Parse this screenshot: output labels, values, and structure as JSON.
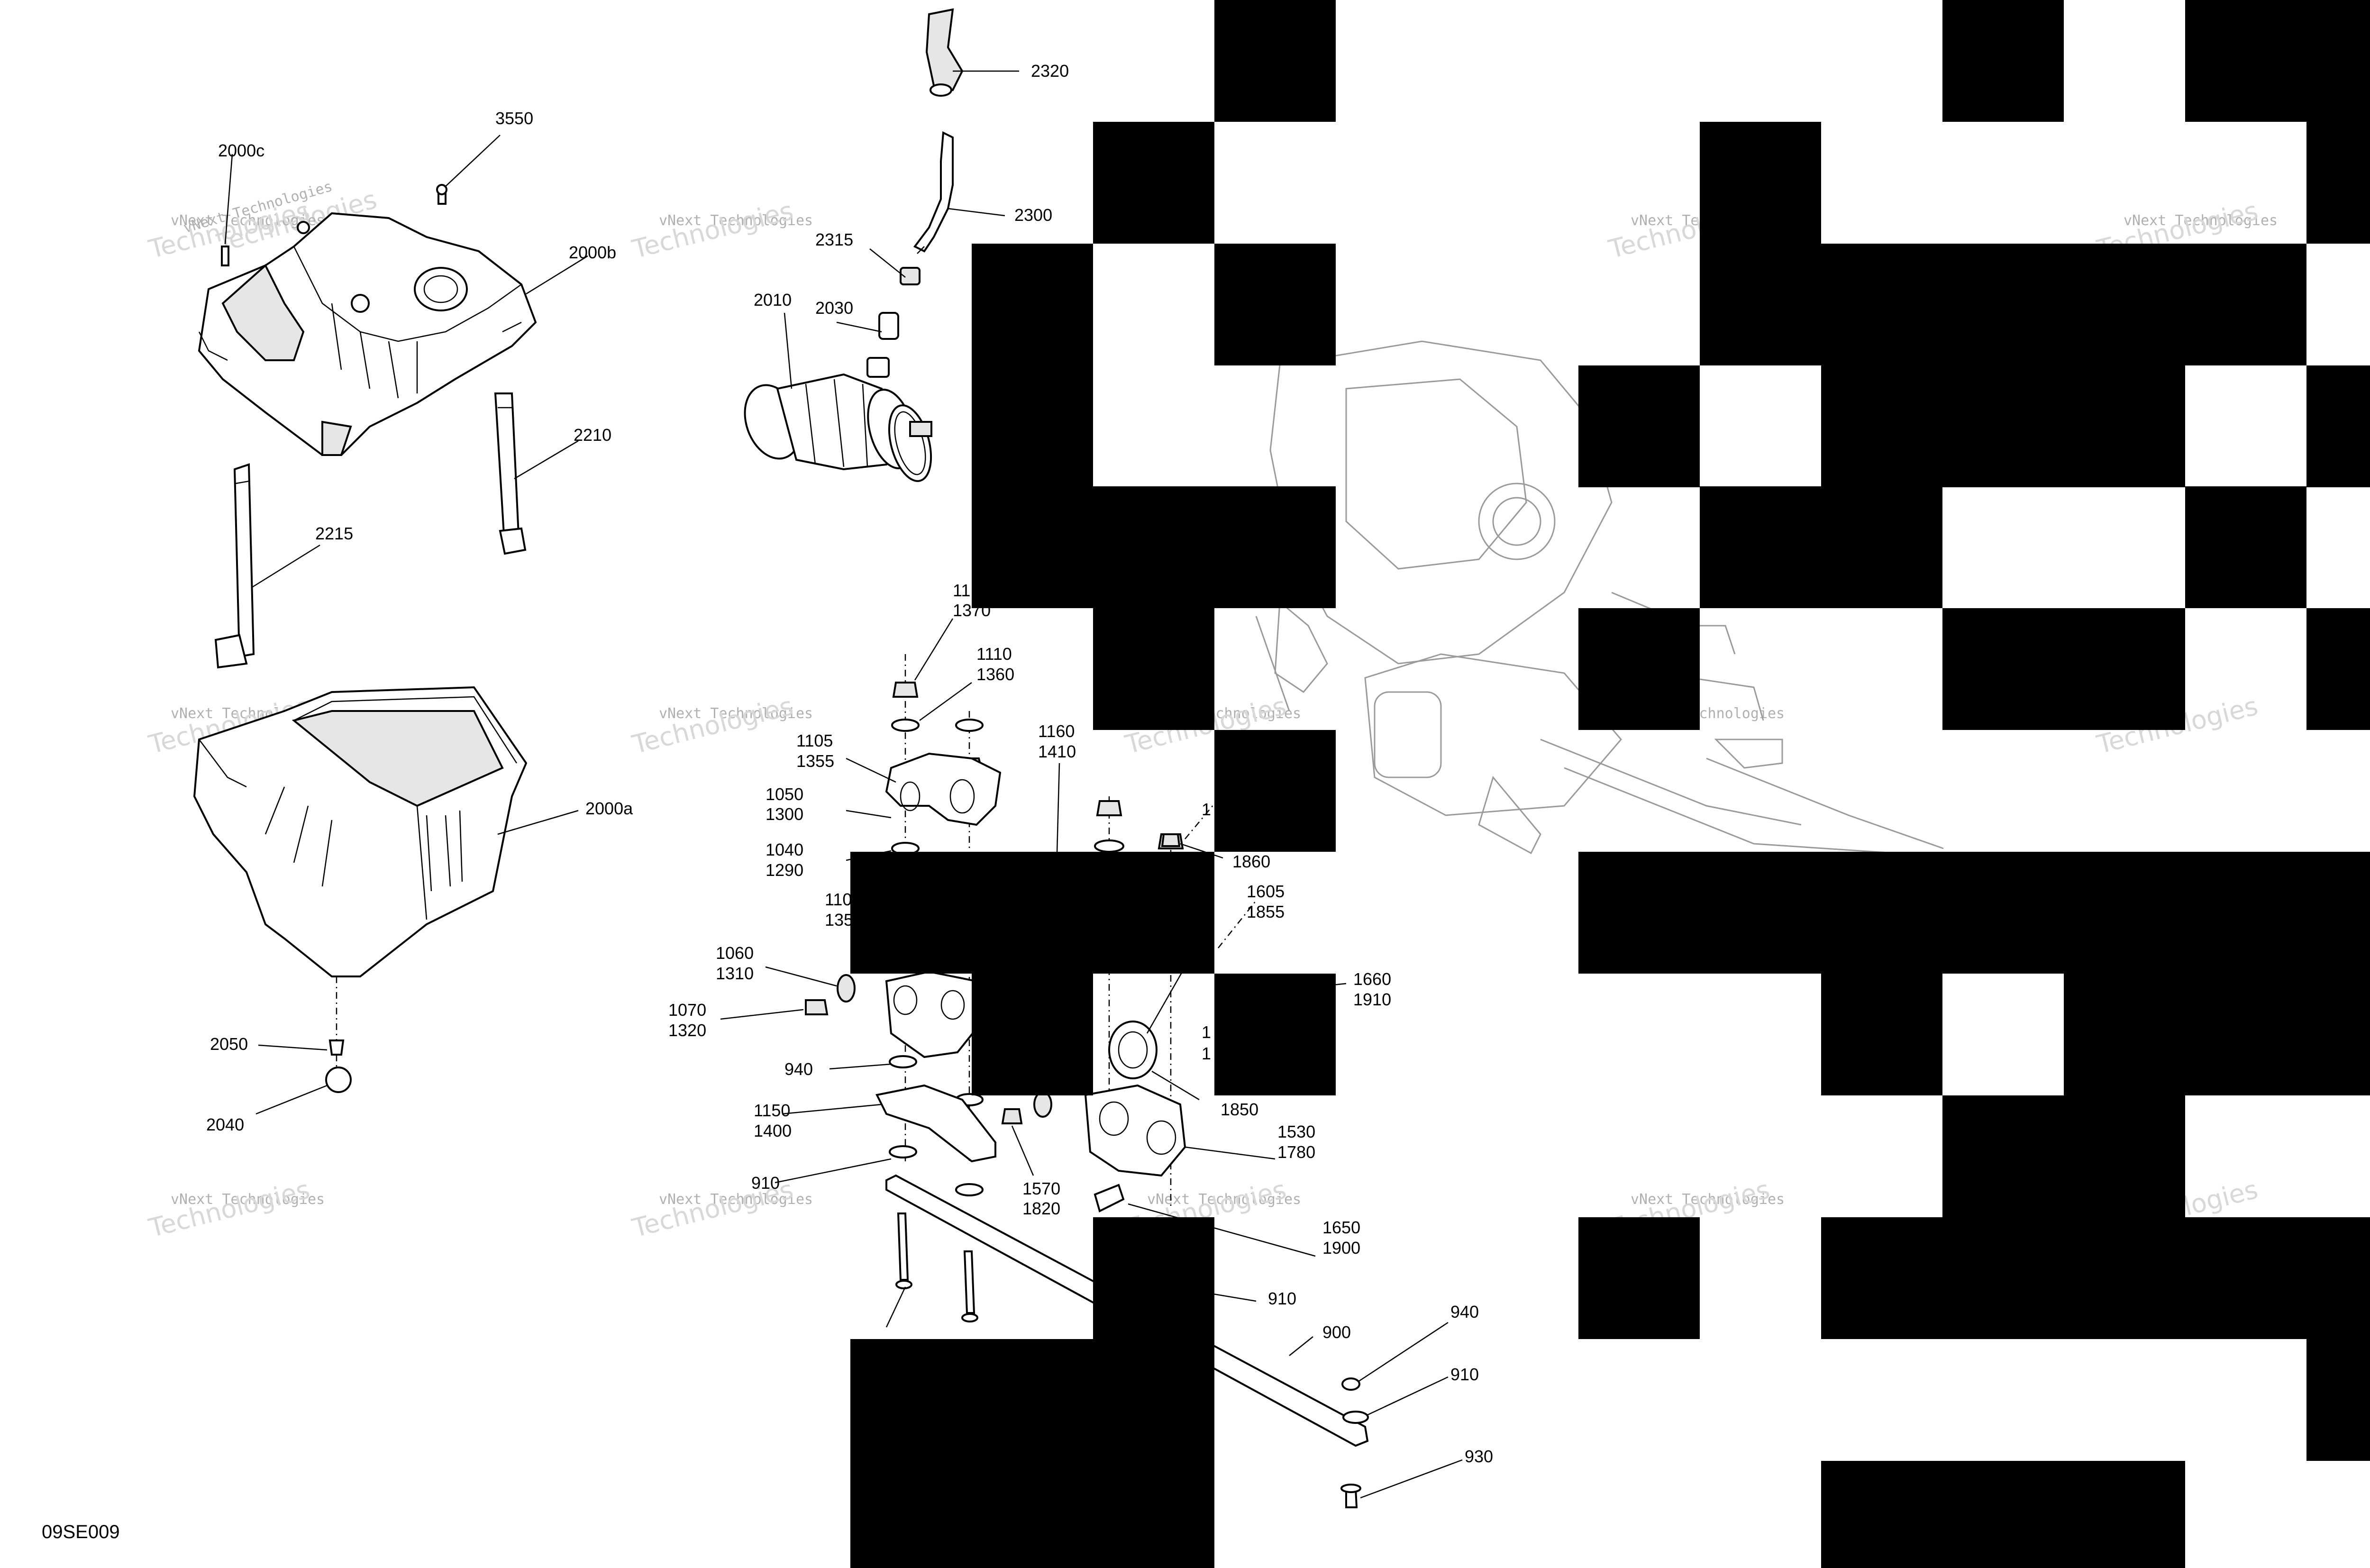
{
  "figure_code": "09SE009",
  "watermark": {
    "line1": "vNext Technologies",
    "line2": "Technologies"
  },
  "callouts": [
    {
      "id": "3550"
    },
    {
      "id": "2000c"
    },
    {
      "id": "2000b"
    },
    {
      "id": "2210"
    },
    {
      "id": "2215"
    },
    {
      "id": "2000a"
    },
    {
      "id": "2050"
    },
    {
      "id": "2040"
    },
    {
      "id": "2320"
    },
    {
      "id": "2300"
    },
    {
      "id": "2315"
    },
    {
      "id": "2010"
    },
    {
      "id": "2030"
    },
    {
      "id": "11",
      "sub": "1370"
    },
    {
      "id": "1110",
      "sub": "1360"
    },
    {
      "id": "1105",
      "sub": "1355"
    },
    {
      "id": "1160",
      "sub": "1410"
    },
    {
      "id": "1050",
      "sub": "1300"
    },
    {
      "id": "1040",
      "sub": "1290"
    },
    {
      "id": "110",
      "sub": "135"
    },
    {
      "id": "1060",
      "sub": "1310"
    },
    {
      "id": "1070",
      "sub": "1320"
    },
    {
      "id": "940"
    },
    {
      "id": "1150",
      "sub": "1400"
    },
    {
      "id": "910"
    },
    {
      "id": "1570",
      "sub": "1820"
    },
    {
      "id": "1860"
    },
    {
      "id": "1605",
      "sub": "1855"
    },
    {
      "id": "1660",
      "sub": "1910"
    },
    {
      "id": "1850"
    },
    {
      "id": "1530",
      "sub": "1780"
    },
    {
      "id": "1650",
      "sub": "1900"
    },
    {
      "id": "910"
    },
    {
      "id": "900"
    },
    {
      "id": "940"
    },
    {
      "id": "910"
    },
    {
      "id": "930"
    },
    {
      "id": "1"
    },
    {
      "id": "1"
    },
    {
      "id": "1"
    }
  ]
}
